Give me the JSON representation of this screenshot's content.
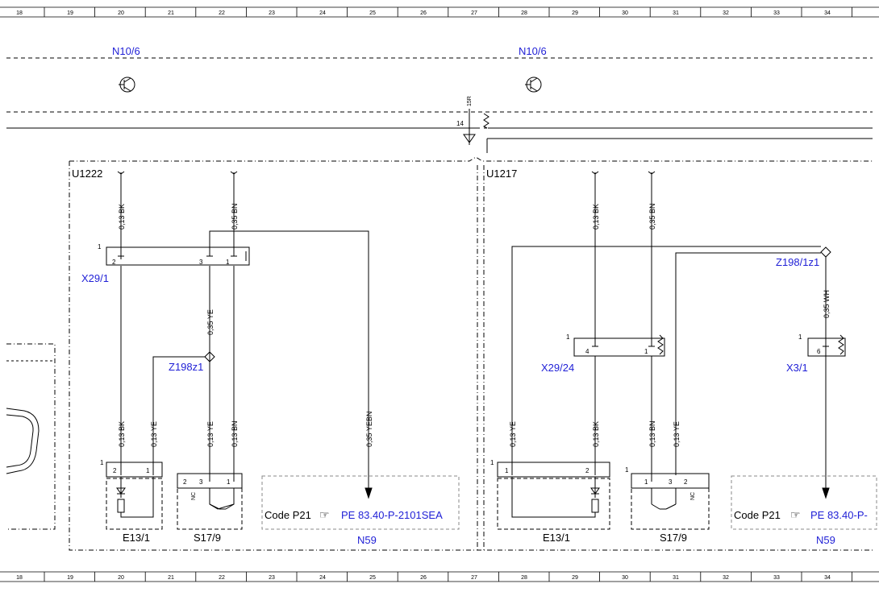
{
  "ruler": {
    "columns": [
      "18",
      "19",
      "20",
      "21",
      "22",
      "23",
      "24",
      "25",
      "26",
      "27",
      "28",
      "29",
      "30",
      "31",
      "32",
      "33",
      "34"
    ]
  },
  "labels": {
    "n10_left": "N10/6",
    "n10_right": "N10/6",
    "u1222": "U1222",
    "u1217": "U1217",
    "x29_1": "X29/1",
    "z198z1": "Z198z1",
    "z198_1z1": "Z198/1z1",
    "x29_24": "X29/24",
    "x3_1": "X3/1",
    "e13_1_left": "E13/1",
    "s17_9_left": "S17/9",
    "e13_1_right": "E13/1",
    "s17_9_right": "S17/9",
    "n59_left": "N59",
    "n59_right": "N59",
    "code_left": "Code P21",
    "pe_left": "PE 83.40-P-2101SEA",
    "code_right": "Code P21",
    "pe_right": "PE 83.40-P-",
    "terminal_15r": "15R",
    "terminal_14": "14"
  },
  "wires": {
    "w1": "0,13 BK",
    "w2": "0,35 BN",
    "w3": "0,35 YE",
    "w4": "0,13 BK",
    "w5": "0,13 YE",
    "w6": "0,13 YE",
    "w7": "0,13 BN",
    "w8": "0,35 YEBN",
    "w9": "0,13 BK",
    "w10": "0,35 BN",
    "w11": "0,35 WH",
    "w12": "0,13 YE",
    "w13": "0,13 BK",
    "w14": "0,13 BN",
    "w15": "0,13 YE"
  },
  "pins": {
    "x29_1_conn": "1",
    "x29_1_p2": "2",
    "x29_1_p3": "3",
    "x29_1_p1": "1",
    "e13l_conn": "1",
    "e13l_p2": "2",
    "e13l_p1": "1",
    "s17l_p2": "2",
    "s17l_p3": "3",
    "s17l_p1": "1",
    "s17l_nc": "NC",
    "x29_24_conn": "1",
    "x29_24_p4": "4",
    "x29_24_p1": "1",
    "x3_1_conn": "1",
    "x3_1_p6": "6",
    "e13r_conn": "1",
    "e13r_p1": "1",
    "e13r_p2": "2",
    "s17r_conn": "1",
    "s17r_p1": "1",
    "s17r_p3": "3",
    "s17r_p2": "2",
    "s17r_nc": "NC"
  },
  "colors": {
    "label_blue": "#1f1fd6",
    "line": "#000000"
  }
}
